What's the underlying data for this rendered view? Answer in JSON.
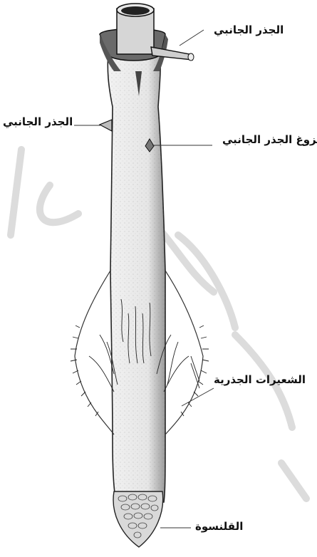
{
  "labels": {
    "lateral_root_top": "الجذر الجانبي",
    "lateral_root_left": "الجذر الجانبي",
    "lateral_root_emergence": "بزوغ الجذر الجانبي",
    "root_hairs": "الشعيرات الجذرية",
    "root_cap": "القلنسوة"
  },
  "watermark": {
    "color": "#c8c8c8"
  }
}
